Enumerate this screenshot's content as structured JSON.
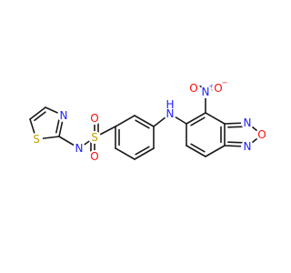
{
  "colors": {
    "bond": "#1a1a1a",
    "nitrogen": "#2020ff",
    "oxygen": "#ff0d0d",
    "sulfur": "#c8a000",
    "background": "#ffffff"
  },
  "atoms": {
    "nh_amine": {
      "label": "H",
      "sub": "N",
      "element": "N"
    },
    "nitro_n": {
      "label": "N",
      "charge": "+",
      "element": "N"
    },
    "nitro_o_top": {
      "label": "O",
      "element": "O"
    },
    "nitro_o_right": {
      "label": "O",
      "charge": "−",
      "element": "O"
    },
    "oxadiazole_n1": {
      "label": "N",
      "element": "N"
    },
    "oxadiazole_o": {
      "label": "O",
      "element": "O"
    },
    "oxadiazole_n2": {
      "label": "N",
      "element": "N"
    },
    "sulfonyl_s": {
      "label": "S",
      "element": "S"
    },
    "sulfonyl_o_top": {
      "label": "O",
      "element": "O"
    },
    "sulfonyl_o_bottom": {
      "label": "O",
      "element": "O"
    },
    "sulfonamide_n": {
      "label": "N",
      "element": "N"
    },
    "sulfonamide_h": {
      "label": "H",
      "element": "H"
    },
    "thiazole_n": {
      "label": "N",
      "element": "N"
    },
    "thiazole_s": {
      "label": "S",
      "element": "S"
    }
  }
}
